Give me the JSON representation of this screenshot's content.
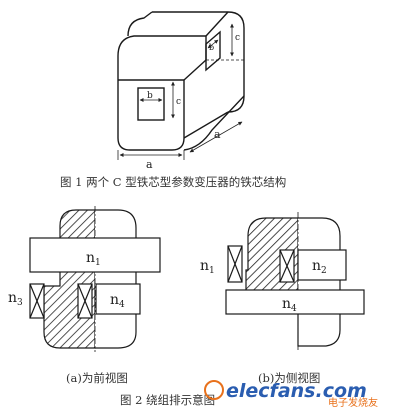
{
  "fig1": {
    "caption": "图 1 两个 C 型铁芯型参数变压器的铁芯结构",
    "dims": {
      "a_front": "a",
      "a_side": "a",
      "b_front": "b",
      "b_back": "b",
      "c_front": "c",
      "c_back": "c"
    }
  },
  "fig2": {
    "caption": "图 2 绕组排示意图",
    "front": {
      "label": "(a)为前视图",
      "n1": "n",
      "n1_sub": "1",
      "n3": "n",
      "n3_sub": "3",
      "n4": "n",
      "n4_sub": "4"
    },
    "side": {
      "label": "(b)为侧视图",
      "n1": "n",
      "n1_sub": "1",
      "n2": "n",
      "n2_sub": "2",
      "n4": "n",
      "n4_sub": "4"
    }
  },
  "watermark": {
    "text": "elecfans.com",
    "cn": "电子发烧友"
  },
  "colors": {
    "ink": "#1a1a1a",
    "watermark_orange": "#e8711c",
    "watermark_blue": "#2a5db0"
  }
}
